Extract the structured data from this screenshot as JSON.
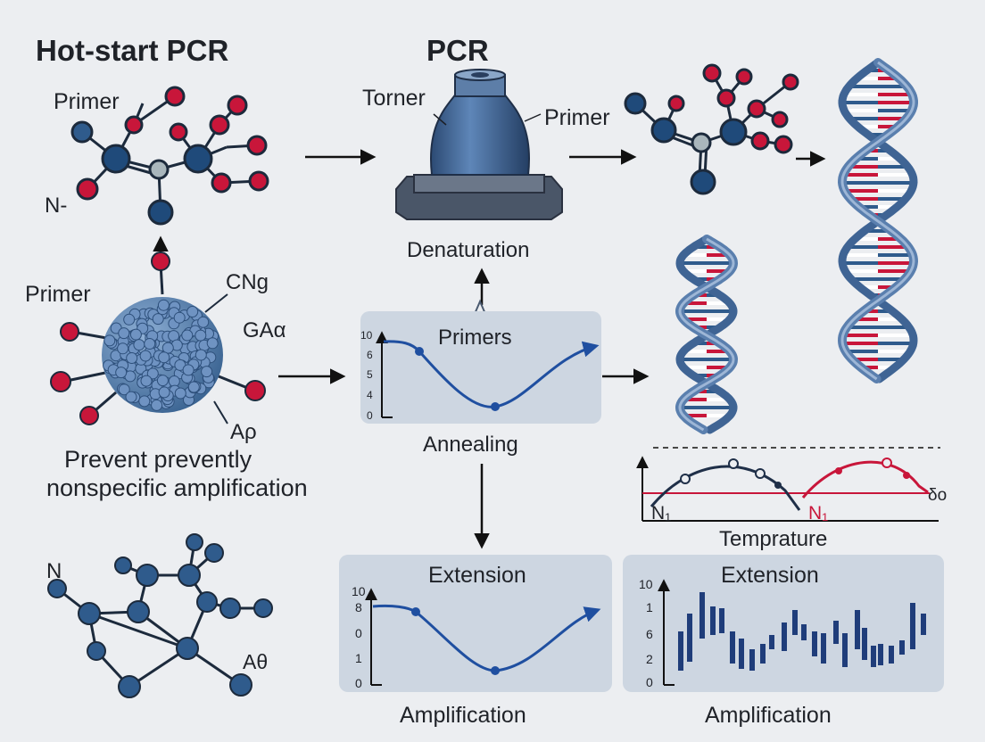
{
  "titles": {
    "hot_start": "Hot-start PCR",
    "pcr": "PCR"
  },
  "labels": {
    "primer_top": "Primer",
    "n_minus": "N-",
    "primer_left": "Primer",
    "cng": "CNg",
    "gao": "GAα",
    "ap_left": "Aρ",
    "torner": "Torner",
    "primer_machine": "Primer",
    "denaturation": "Denaturation",
    "annealing": "Annealing",
    "temprature": "Temprature",
    "n1_a": "N₁",
    "n1_b": "N₁",
    "b0": "δo",
    "n_mol": "N",
    "ao_mol": "Aθ",
    "amplification_1": "Amplification",
    "amplification_2": "Amplification"
  },
  "caption": {
    "line1": "Prevent prevently",
    "line2": "nonspecific amplification"
  },
  "panels": {
    "primers": {
      "title": "Primers",
      "ticks": [
        "10",
        "6",
        "5",
        "4",
        "0"
      ]
    },
    "extension_1": {
      "title": "Extension",
      "ticks": [
        "10",
        "8",
        "0",
        "1",
        "0"
      ]
    },
    "extension_2": {
      "title": "Extension",
      "ticks": [
        "10",
        "1",
        "6",
        "2",
        "0"
      ]
    }
  },
  "colors": {
    "navy": "#2f5b8c",
    "navy_dark": "#1f3f66",
    "red": "#c8163a",
    "panel": "#cfd7e2",
    "curve": "#1f4fa0"
  }
}
